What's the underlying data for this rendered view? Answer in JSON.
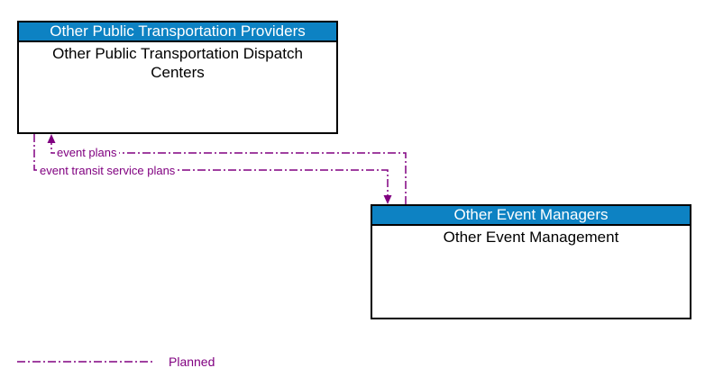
{
  "boxes": [
    {
      "header": "Other Public Transportation Providers",
      "body": "Other Public Transportation Dispatch Centers"
    },
    {
      "header": "Other Event Managers",
      "body": "Other Event Management"
    }
  ],
  "flows": [
    {
      "label": "event plans",
      "from_box": "Other Event Managers",
      "to_box": "Other Public Transportation Providers",
      "status": "Planned"
    },
    {
      "label": "event transit service plans",
      "from_box": "Other Public Transportation Providers",
      "to_box": "Other Event Managers",
      "status": "Planned"
    }
  ],
  "legend": {
    "label": "Planned",
    "line_style": "dash-dot"
  },
  "colors": {
    "background": "#ffffff",
    "header_fill": "#0d82c3",
    "header_text": "#ffffff",
    "box_border": "#000000",
    "box_body_text": "#000000",
    "connector": "#800080"
  }
}
